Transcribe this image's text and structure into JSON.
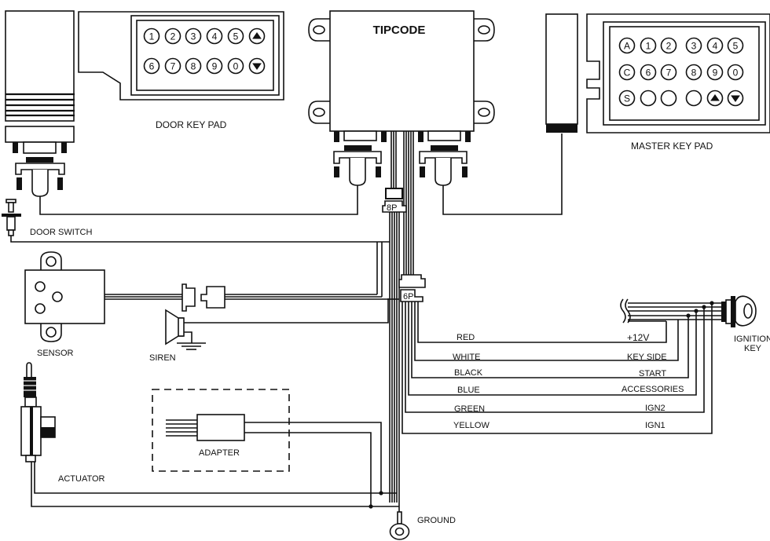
{
  "diagram": {
    "controller": {
      "label": "TIPCODE"
    },
    "door_keypad": {
      "label": "DOOR KEY PAD",
      "rows": [
        [
          "1",
          "2",
          "3",
          "4",
          "5",
          "up-arrow"
        ],
        [
          "6",
          "7",
          "8",
          "9",
          "0",
          "down-arrow"
        ]
      ]
    },
    "master_keypad": {
      "label": "MASTER KEY PAD",
      "rows": [
        [
          "A",
          "1",
          "2",
          "3",
          "4",
          "5"
        ],
        [
          "C",
          "6",
          "7",
          "8",
          "9",
          "0"
        ],
        [
          "S",
          "",
          "",
          "",
          "up-arrow",
          "down-arrow"
        ]
      ]
    },
    "connectors": {
      "eight_pin": "8P",
      "six_pin": "6P"
    },
    "components": {
      "door_switch": "DOOR SWITCH",
      "sensor": "SENSOR",
      "siren": "SIREN",
      "actuator": "ACTUATOR",
      "adapter": "ADAPTER",
      "ground": "GROUND",
      "ignition_key_line1": "IGNITION",
      "ignition_key_line2": "KEY"
    },
    "wires": [
      {
        "color": "RED",
        "function": "+12V"
      },
      {
        "color": "WHITE",
        "function": "KEY SIDE"
      },
      {
        "color": "BLACK",
        "function": "START"
      },
      {
        "color": "BLUE",
        "function": "ACCESSORIES"
      },
      {
        "color": "GREEN",
        "function": "IGN2"
      },
      {
        "color": "YELLOW",
        "function": "IGN1"
      }
    ]
  }
}
